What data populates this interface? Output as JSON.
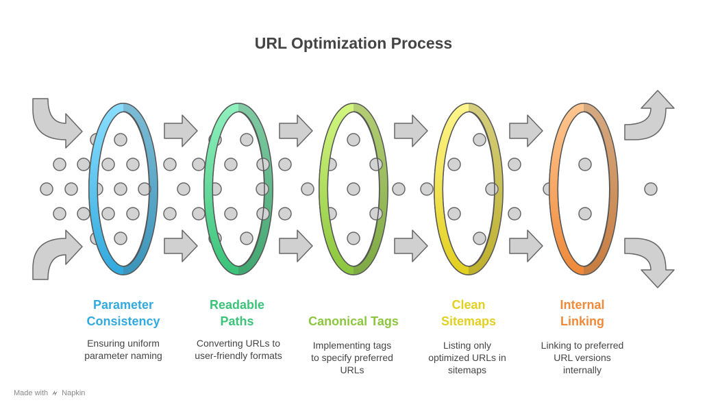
{
  "title": "URL Optimization Process",
  "stages": [
    {
      "label_line1": "Parameter",
      "label_line2": "Consistency",
      "desc_line1": "Ensuring uniform",
      "desc_line2": "parameter naming",
      "desc_line3": "",
      "color": "#33aadd",
      "color_light": "#88ddff"
    },
    {
      "label_line1": "Readable",
      "label_line2": "Paths",
      "desc_line1": "Converting URLs to",
      "desc_line2": "user-friendly formats",
      "desc_line3": "",
      "color": "#3cc37a",
      "color_light": "#8ff0bd"
    },
    {
      "label_line1": "Canonical Tags",
      "label_line2": "",
      "desc_line1": "Implementing tags",
      "desc_line2": "to specify preferred",
      "desc_line3": "URLs",
      "color": "#8cc63f",
      "color_light": "#d2f57f"
    },
    {
      "label_line1": "Clean",
      "label_line2": "Sitemaps",
      "desc_line1": "Listing only",
      "desc_line2": "optimized URLs in",
      "desc_line3": "sitemaps",
      "color": "#e2d021",
      "color_light": "#fff58a"
    },
    {
      "label_line1": "Internal",
      "label_line2": "Linking",
      "desc_line1": "Linking to preferred",
      "desc_line2": "URL versions",
      "desc_line3": "internally",
      "color": "#ee8a3a",
      "color_light": "#ffc58f"
    }
  ],
  "colors": {
    "arrow_fill": "#d0d0d0",
    "arrow_stroke": "#666666",
    "dot_fill": "#d3d3d3",
    "dot_stroke": "#666666",
    "title": "#444444",
    "desc": "#444444"
  },
  "footer": {
    "made_with": "Made with",
    "brand": "Napkin",
    "icon": "napkin-logo-icon"
  }
}
